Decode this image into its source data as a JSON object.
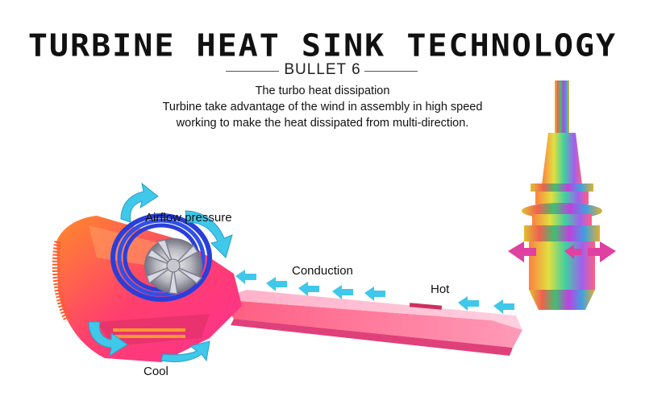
{
  "header": {
    "title": "TURBINE HEAT SINK TECHNOLOGY",
    "subtitle": "BULLET 6"
  },
  "description": {
    "lines": [
      "The turbo heat dissipation",
      "Turbine take advantage of the wind in assembly in high speed",
      "working to make the heat dissipated from multi-direction."
    ]
  },
  "labels": {
    "airflow": "Airflow pressure",
    "conduction": "Conduction",
    "hot": "Hot",
    "cool": "Cool"
  },
  "colors": {
    "arrow_cyan": "#3fc8ea",
    "arrow_magenta": "#e040a0",
    "body_pink": "#ff3f7e",
    "body_orange": "#ff7a2e",
    "fan_blue": "#2a3fd8"
  }
}
